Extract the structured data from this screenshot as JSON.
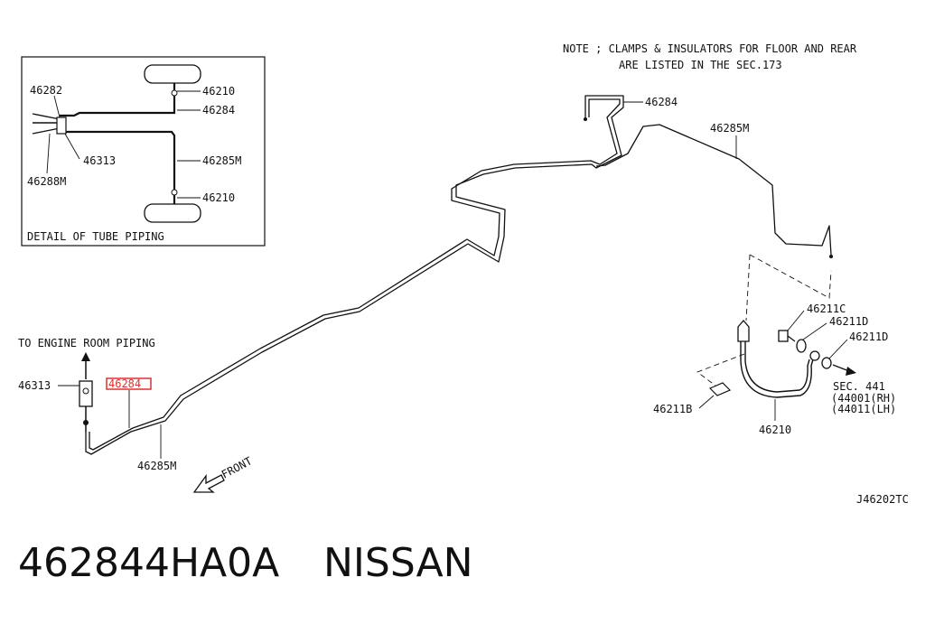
{
  "note": {
    "line1": "NOTE ; CLAMPS & INSULATORS FOR FLOOR AND REAR",
    "line2": "ARE LISTED IN THE SEC.173"
  },
  "detail": {
    "caption": "DETAIL OF TUBE PIPING",
    "labels": {
      "a": "46282",
      "b": "46210",
      "c": "46284",
      "d": "46313",
      "e": "46285M",
      "f": "46210",
      "g": "46288M"
    }
  },
  "main": {
    "to_engine": "TO ENGINE ROOM PIPING",
    "lbl_46313": "46313",
    "lbl_46284_highlight": "46284",
    "lbl_46285M_bottom": "46285M",
    "front": "FRONT",
    "lbl_46284_top": "46284",
    "lbl_46285M_top": "46285M",
    "lbl_46211C": "46211C",
    "lbl_46211D_1": "46211D",
    "lbl_46211D_2": "46211D",
    "lbl_46211B": "46211B",
    "lbl_46210": "46210",
    "sec": "SEC. 441",
    "sec_rh": "(44001(RH)",
    "sec_lh": "(44011(LH)",
    "diagram_code": "J46202TC"
  },
  "footer": {
    "part_number": "462844HA0A",
    "brand": "NISSAN"
  },
  "colors": {
    "highlight": "#e03030",
    "ink": "#111111"
  }
}
